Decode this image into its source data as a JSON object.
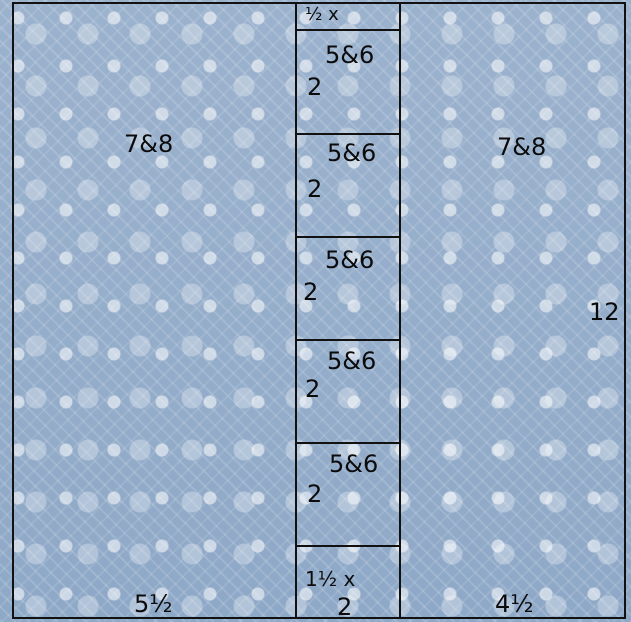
{
  "diagram": {
    "left_column": {
      "top_label": "7&8",
      "bottom_label": "5½"
    },
    "middle_column": {
      "top_label": "½  x",
      "segments": [
        {
          "top": "5&6",
          "bottom": "2"
        },
        {
          "top": "5&6",
          "bottom": "2"
        },
        {
          "top": "5&6",
          "bottom": "2"
        },
        {
          "top": "5&6",
          "bottom": "2"
        },
        {
          "top": "5&6",
          "bottom": "2"
        }
      ],
      "bottom_segment": {
        "top": "1½  x",
        "bottom": "2"
      }
    },
    "right_column": {
      "top_label": "7&8",
      "side_label": "12",
      "bottom_label": "4½"
    }
  }
}
